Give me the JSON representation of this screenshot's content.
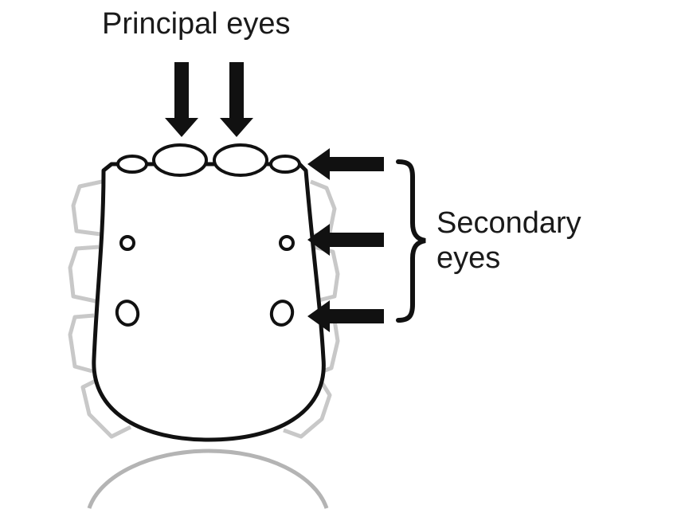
{
  "labels": {
    "principal": "Principal eyes",
    "secondary_line1": "Secondary",
    "secondary_line2": "eyes"
  },
  "colors": {
    "outline": "#111111",
    "legs": "#c8c8c8",
    "abdomen": "#b4b4b4",
    "background": "#ffffff"
  }
}
